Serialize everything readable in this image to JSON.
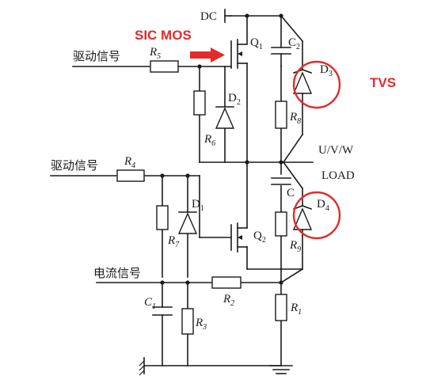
{
  "labels": {
    "dc": "DC",
    "sic_mos": "SIC MOS",
    "tvs": "TVS",
    "drive_signal_1": "驱动信号",
    "drive_signal_2": "驱动信号",
    "current_signal": "电流信号",
    "output": "U/V/W",
    "load": "LOAD",
    "q1": "Q",
    "q1_sub": "1",
    "q2": "Q",
    "q2_sub": "2",
    "r5": "R",
    "r5_sub": "5",
    "r4": "R",
    "r4_sub": "4",
    "r6": "R",
    "r6_sub": "6",
    "r7": "R",
    "r7_sub": "7",
    "r8": "R",
    "r8_sub": "8",
    "r9": "R",
    "r9_sub": "9",
    "r2": "R",
    "r2_sub": "2",
    "r3": "R",
    "r3_sub": "3",
    "r1": "R",
    "r1_sub": "1",
    "c1": "C",
    "c1_sub": "1",
    "c2": "C",
    "c2_sub": "2",
    "c3": "C",
    "d1": "D",
    "d1_sub": "1",
    "d2": "D",
    "d2_sub": "2",
    "d3": "D",
    "d3_sub": "3",
    "d4": "D",
    "d4_sub": "4"
  },
  "colors": {
    "wire": "#1a1a1a",
    "highlight": "#e32b2b",
    "background": "#ffffff"
  }
}
